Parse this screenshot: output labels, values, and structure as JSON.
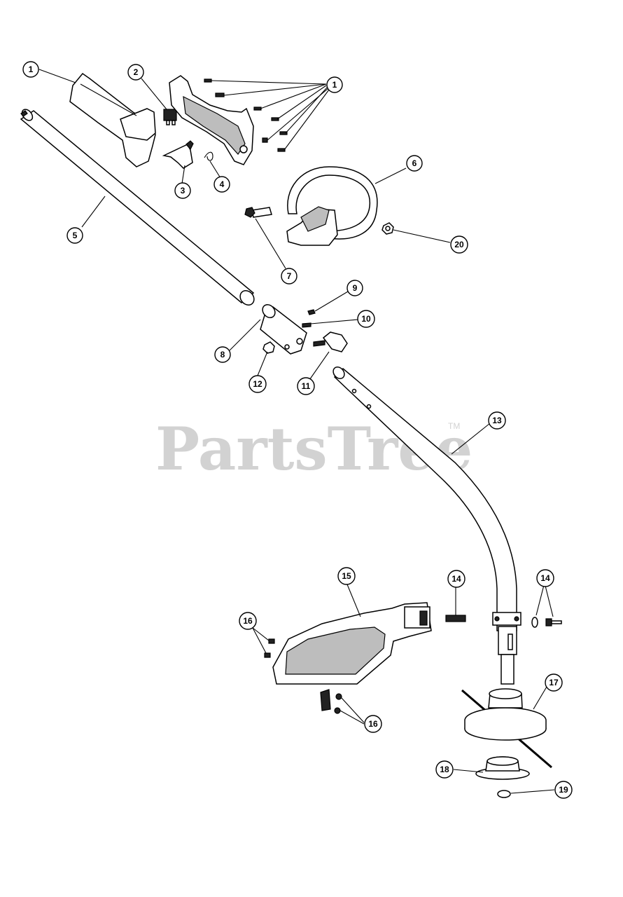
{
  "watermark": {
    "text": "PartsTree",
    "tm": "TM"
  },
  "callouts": [
    {
      "id": "c1a",
      "label": "1"
    },
    {
      "id": "c2",
      "label": "2"
    },
    {
      "id": "c1b",
      "label": "1"
    },
    {
      "id": "c6",
      "label": "6"
    },
    {
      "id": "c3",
      "label": "3"
    },
    {
      "id": "c4",
      "label": "4"
    },
    {
      "id": "c5",
      "label": "5"
    },
    {
      "id": "c7",
      "label": "7"
    },
    {
      "id": "c20",
      "label": "20"
    },
    {
      "id": "c9",
      "label": "9"
    },
    {
      "id": "c10",
      "label": "10"
    },
    {
      "id": "c8",
      "label": "8"
    },
    {
      "id": "c12",
      "label": "12"
    },
    {
      "id": "c11",
      "label": "11"
    },
    {
      "id": "c13",
      "label": "13"
    },
    {
      "id": "c15",
      "label": "15"
    },
    {
      "id": "c14a",
      "label": "14"
    },
    {
      "id": "c14b",
      "label": "14"
    },
    {
      "id": "c16a",
      "label": "16"
    },
    {
      "id": "c16b",
      "label": "16"
    },
    {
      "id": "c17",
      "label": "17"
    },
    {
      "id": "c18",
      "label": "18"
    },
    {
      "id": "c19",
      "label": "19"
    }
  ]
}
